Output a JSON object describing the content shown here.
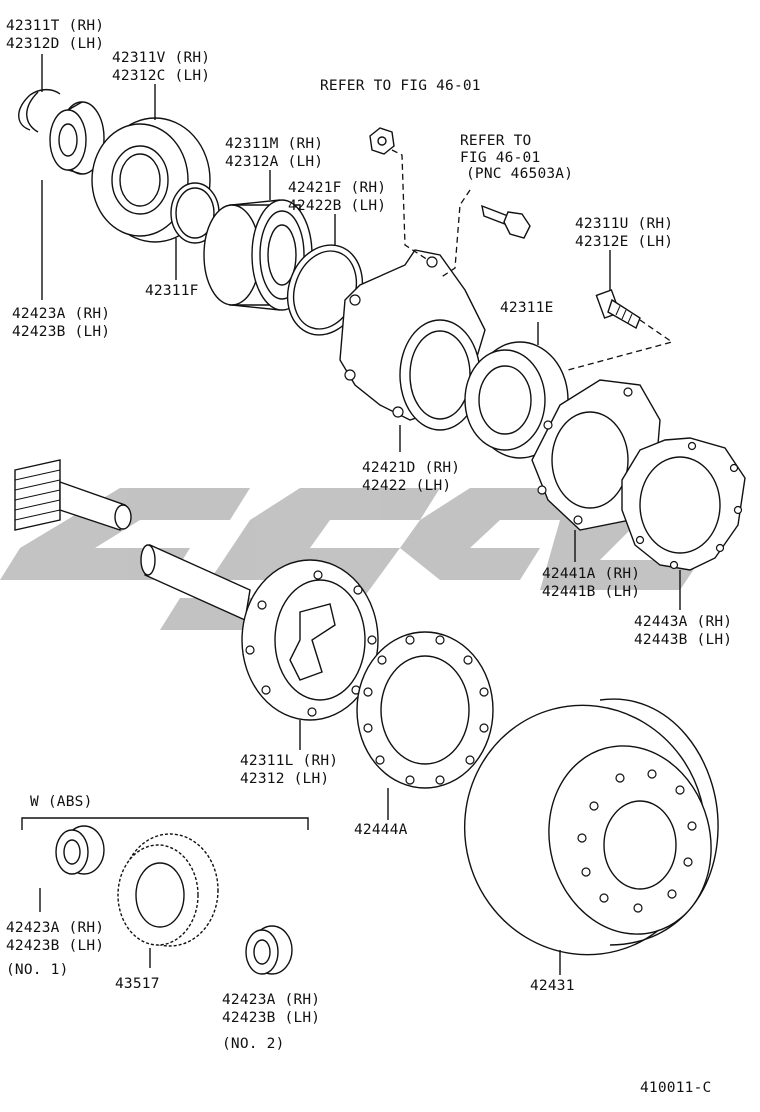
{
  "figure_id": "410011-C",
  "watermark": "CSC",
  "refs": {
    "fig46_top": "REFER TO FIG 46-01",
    "fig46_mid_1": "REFER TO",
    "fig46_mid_2": "FIG 46-01",
    "fig46_mid_3": "(PNC 46503A)"
  },
  "parts": {
    "p42311T_1": "42311T (RH)",
    "p42311T_2": "42312D (LH)",
    "p42311V_1": "42311V (RH)",
    "p42311V_2": "42312C (LH)",
    "p42311M_1": "42311M (RH)",
    "p42311M_2": "42312A (LH)",
    "p42421F_1": "42421F (RH)",
    "p42421F_2": "42422B (LH)",
    "p42311U_1": "42311U (RH)",
    "p42311U_2": "42312E (LH)",
    "p42311F": "42311F",
    "p42423A_1": "42423A (RH)",
    "p42423A_2": "42423B (LH)",
    "p42311E": "42311E",
    "p42421D_1": "42421D (RH)",
    "p42421D_2": "42422   (LH)",
    "p42441A_1": "42441A (RH)",
    "p42441A_2": "42441B (LH)",
    "p42443A_1": "42443A (RH)",
    "p42443A_2": "42443B (LH)",
    "p42311L_1": "42311L (RH)",
    "p42311L_2": "42312   (LH)",
    "p42444A": "42444A",
    "abs_title": "W (ABS)",
    "abs_b1_1": "42423A (RH)",
    "abs_b1_2": "42423B (LH)",
    "abs_b1_3": "(NO. 1)",
    "p43517": "43517",
    "abs_b2_1": "42423A (RH)",
    "abs_b2_2": "42423B (LH)",
    "abs_b2_3": "(NO. 2)",
    "p42431": "42431"
  }
}
